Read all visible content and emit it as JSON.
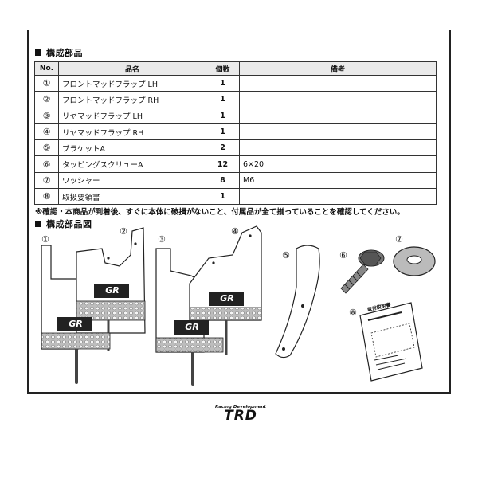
{
  "section1": {
    "title": "構成部品"
  },
  "table": {
    "headers": {
      "no": "No.",
      "name": "品名",
      "qty": "個数",
      "note": "備考"
    },
    "rows": [
      {
        "no": "①",
        "name": "フロントマッドフラップ LH",
        "qty": "1",
        "note": ""
      },
      {
        "no": "②",
        "name": "フロントマッドフラップ RH",
        "qty": "1",
        "note": ""
      },
      {
        "no": "③",
        "name": "リヤマッドフラップ LH",
        "qty": "1",
        "note": ""
      },
      {
        "no": "④",
        "name": "リヤマッドフラップ RH",
        "qty": "1",
        "note": ""
      },
      {
        "no": "⑤",
        "name": "ブラケットA",
        "qty": "2",
        "note": ""
      },
      {
        "no": "⑥",
        "name": "タッピングスクリューA",
        "qty": "12",
        "note": "6×20"
      },
      {
        "no": "⑦",
        "name": "ワッシャー",
        "qty": "8",
        "note": "M6"
      },
      {
        "no": "⑧",
        "name": "取扱要領書",
        "qty": "1",
        "note": ""
      }
    ]
  },
  "notice": "※確認・本商品が到着後、すぐに本体に破損がないこと、付属品が全て揃っていることを確認してください。",
  "section2": {
    "title": "構成部品図"
  },
  "figure": {
    "labels": [
      "①",
      "②",
      "③",
      "④",
      "⑤",
      "⑥",
      "⑦",
      "⑧"
    ],
    "flap_logo": "GR",
    "manual_title": "取付説明書"
  },
  "brand": {
    "tagline": "Racing Development",
    "name": "TRD"
  }
}
